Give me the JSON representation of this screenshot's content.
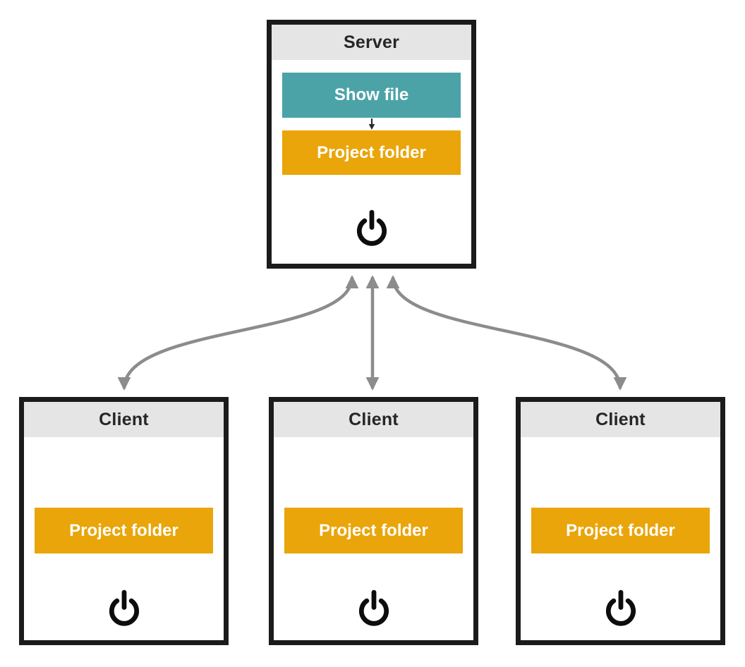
{
  "colors": {
    "teal_box": "#4BA3A8",
    "amber_box": "#E9A50A",
    "header_gray": "#E5E5E5",
    "border_black": "#1B1B1B",
    "arrow_gray": "#8C8C8C",
    "title_text": "#262626",
    "chip_text": "#FFFFFF"
  },
  "server": {
    "title": "Server",
    "show_file_label": "Show file",
    "project_folder_label": "Project folder",
    "internal_arrow_icon": "down-arrow-icon",
    "power_icon": "power-icon"
  },
  "clients": [
    {
      "title": "Client",
      "project_folder_label": "Project folder",
      "power_icon": "power-icon"
    },
    {
      "title": "Client",
      "project_folder_label": "Project folder",
      "power_icon": "power-icon"
    },
    {
      "title": "Client",
      "project_folder_label": "Project folder",
      "power_icon": "power-icon"
    }
  ],
  "connections": [
    {
      "from": "server",
      "to": "client-1",
      "style": "curved",
      "bidirectional": true
    },
    {
      "from": "server",
      "to": "client-2",
      "style": "straight",
      "bidirectional": true
    },
    {
      "from": "server",
      "to": "client-3",
      "style": "curved",
      "bidirectional": true
    }
  ]
}
